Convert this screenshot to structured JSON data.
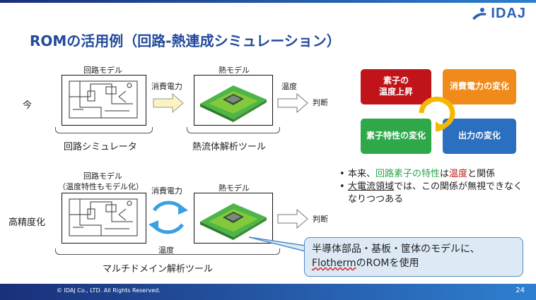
{
  "header": {
    "logo_text": "IDAJ",
    "title": "ROMの活用例（回路-熱連成シミュレーション）"
  },
  "top_row": {
    "row_label": "今",
    "circuit_label": "回路モデル",
    "power_label": "消費電力",
    "thermal_label": "熱モデル",
    "temp_label": "温度",
    "judge_label": "判断",
    "circuit_tool": "回路シミュレータ",
    "thermal_tool": "熱流体解析ツール"
  },
  "bottom_row": {
    "row_label": "高精度化",
    "circuit_label_1": "回路モデル",
    "circuit_label_2": "（温度特性もモデル化）",
    "power_label": "消費電力",
    "thermal_label": "熱モデル",
    "temp_label": "温度",
    "judge_label": "判断",
    "tool": "マルチドメイン解析ツール"
  },
  "cycle": {
    "tile_tl": "素子の\n温度上昇",
    "tile_tr": "消費電力の変化",
    "tile_bl": "素子特性の変化",
    "tile_br": "出力の変化",
    "colors": {
      "red": "#c0131a",
      "orange": "#f08a1a",
      "green": "#2fa84a",
      "blue": "#2b6fc0",
      "ring": "#f5b800"
    }
  },
  "bullets": {
    "b1_pre": "本来、",
    "b1_green": "回路素子の特性",
    "b1_mid": "は",
    "b1_red": "温度",
    "b1_post": "と関係",
    "b2_ul": "大電流領域",
    "b2_rest": "では、この関係が無視できなくなりつつある"
  },
  "callout": {
    "line1": "半導体部品・基板・筐体のモデルに、",
    "flotherm": "Flotherm",
    "line2_rest": "のROMを使用"
  },
  "footer": {
    "copyright": "© IDAJ Co., LTD. All Rights Reserved.",
    "page": "24"
  }
}
